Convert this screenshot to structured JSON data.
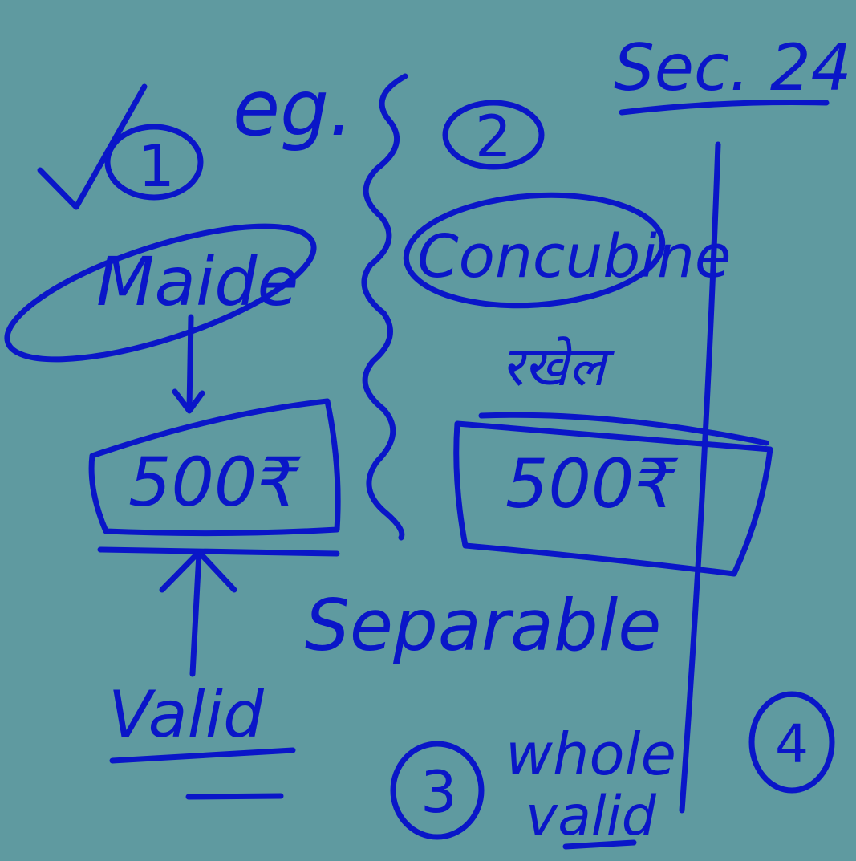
{
  "colors": {
    "background": "#5f9aa0",
    "ink": "#0a16c8"
  },
  "heading": {
    "section": "Sec. 24"
  },
  "prefix": {
    "eg": "eg."
  },
  "case1": {
    "check_mark": "✓",
    "number": "1",
    "item": "Maide",
    "amount": "500₹",
    "result": "Valid"
  },
  "case2": {
    "number": "2",
    "item": "Concubine",
    "hindi_note": "रखेल",
    "amount": "500₹",
    "result": "Separable"
  },
  "case3": {
    "number": "3",
    "result_line1": "whole",
    "result_line2": "valid"
  },
  "case4": {
    "number": "4"
  }
}
